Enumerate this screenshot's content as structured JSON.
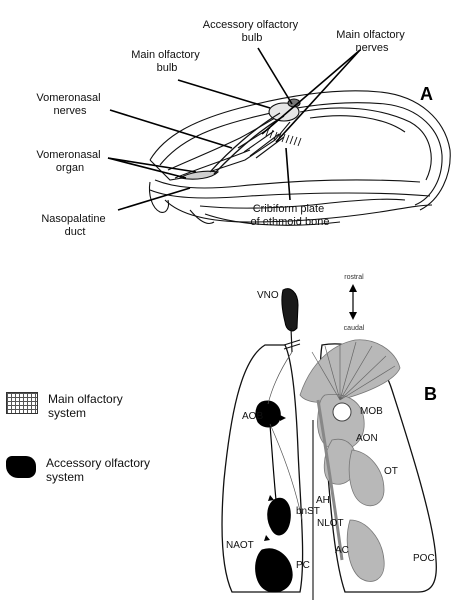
{
  "panel_a": {
    "letter": "A",
    "labels": {
      "accessory_olfactory_bulb": [
        "Accessory olfactory",
        "bulb"
      ],
      "main_olfactory_nerves": [
        "Main olfactory",
        "nerves"
      ],
      "main_olfactory_bulb": [
        "Main olfactory",
        "bulb"
      ],
      "vomeronasal_nerves": [
        "Vomeronasal",
        "nerves"
      ],
      "vomeronasal_organ": [
        "Vomeronasal",
        "organ"
      ],
      "nasopalatine_duct": [
        "Nasopalatine",
        "duct"
      ],
      "cribiform_plate": [
        "Cribiform plate",
        "of ethmoid bone"
      ]
    }
  },
  "panel_b": {
    "letter": "B",
    "axis": {
      "top": "rostral",
      "bottom": "caudal"
    },
    "labels": {
      "vno": "VNO",
      "aob": "AOB",
      "mob": "MOB",
      "aon": "AON",
      "ot": "OT",
      "ah": "AH",
      "bnst": "bnST",
      "nlot": "NLOT",
      "naot": "NAOT",
      "ac": "AC",
      "poc": "POC",
      "pc": "PC"
    }
  },
  "legend": [
    {
      "swatch": "grid-pattern",
      "text": "Main olfactory\nsystem"
    },
    {
      "swatch": "solid-black",
      "text": "Accessory olfactory\nsystem"
    }
  ],
  "colors": {
    "ink": "#111111",
    "main_system_fill": "#b8b8b8",
    "accessory_system_fill": "#000000"
  }
}
